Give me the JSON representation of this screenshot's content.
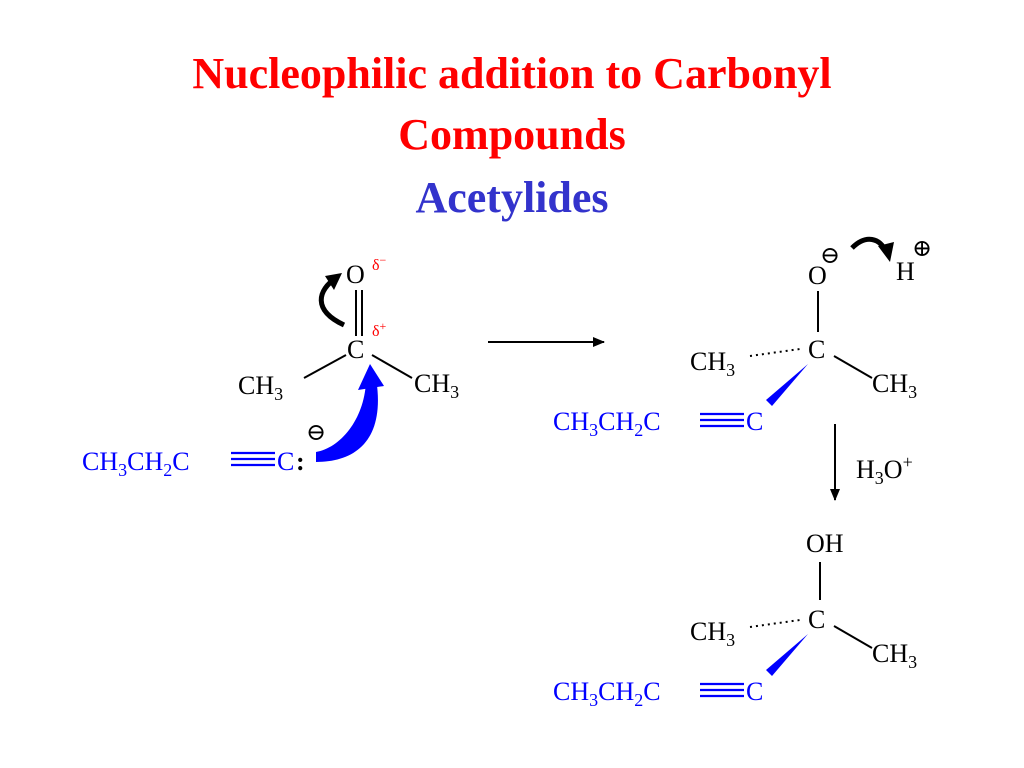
{
  "title": {
    "line1": "Nucleophilic addition to Carbonyl",
    "line2": "Compounds",
    "line3": "Acetylides"
  },
  "colors": {
    "title": "#ff0000",
    "subtitle": "#3333cc",
    "nucleophile": "#0000ff",
    "partial_charge": "#ff0000"
  },
  "reactant": {
    "oxygen": "O",
    "delta_minus": "δ",
    "delta_minus_sign": "−",
    "carbon": "C",
    "delta_plus": "δ",
    "delta_plus_sign": "+",
    "left_methyl": {
      "main": "CH",
      "sub": "3"
    },
    "right_methyl": {
      "main": "CH",
      "sub": "3"
    },
    "nucleophile": {
      "a": "CH",
      "a_sub": "3",
      "b": "CH",
      "b_sub": "2",
      "c": "C",
      "d": "C",
      "lone_pair": ":"
    },
    "charge_symbol": "⊖"
  },
  "intermediate": {
    "oxygen": "O",
    "oxygen_charge": "⊖",
    "proton": "H",
    "proton_charge": "⊕",
    "carbon": "C",
    "left_methyl": {
      "main": "CH",
      "sub": "3"
    },
    "right_methyl": {
      "main": "CH",
      "sub": "3"
    },
    "alkynyl": {
      "a": "CH",
      "a_sub": "3",
      "b": "CH",
      "b_sub": "2",
      "c": "C",
      "d": "C"
    }
  },
  "reagent": {
    "main": "H",
    "sub": "3",
    "tail": "O",
    "sup": "+"
  },
  "product": {
    "hydroxyl": "OH",
    "carbon": "C",
    "left_methyl": {
      "main": "CH",
      "sub": "3"
    },
    "right_methyl": {
      "main": "CH",
      "sub": "3"
    },
    "alkynyl": {
      "a": "CH",
      "a_sub": "3",
      "b": "CH",
      "b_sub": "2",
      "c": "C",
      "d": "C"
    }
  }
}
